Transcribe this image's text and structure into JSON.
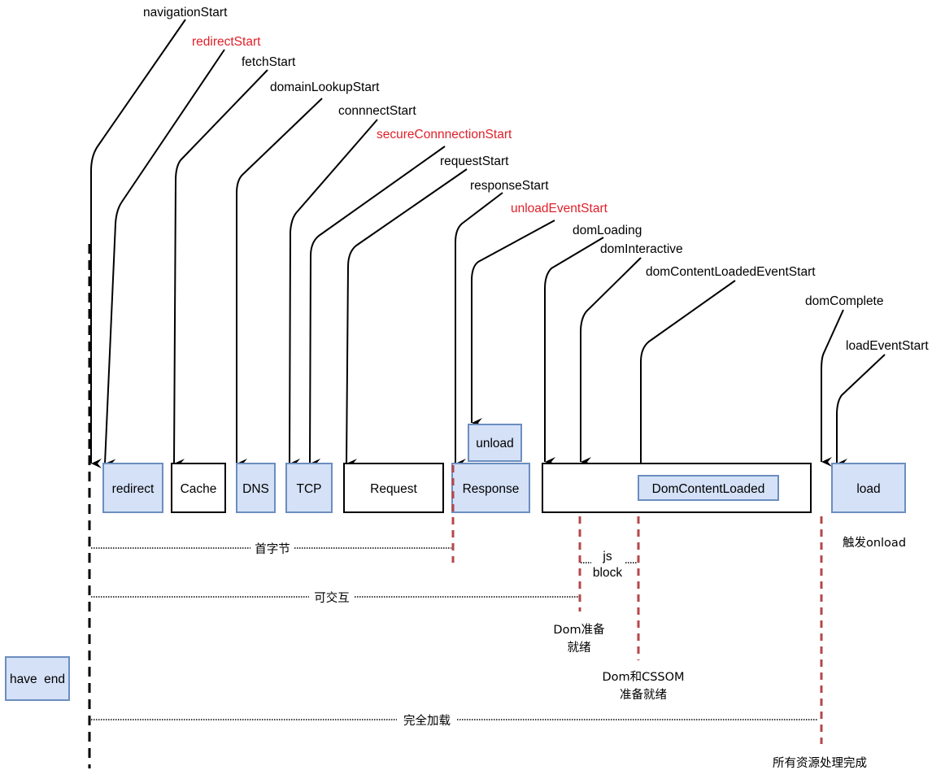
{
  "colors": {
    "highlight_text": "#e0202a",
    "box_fill_blue": "#d4e1f7",
    "box_stroke_blue": "#6c8ebf",
    "box_stroke_black": "#000000",
    "marker_red": "#b5474b"
  },
  "timing_events": [
    {
      "id": "navigationStart",
      "label": "navigationStart",
      "highlight": false
    },
    {
      "id": "redirectStart",
      "label": "redirectStart",
      "highlight": true
    },
    {
      "id": "fetchStart",
      "label": "fetchStart",
      "highlight": false
    },
    {
      "id": "domainLookupStart",
      "label": "domainLookupStart",
      "highlight": false
    },
    {
      "id": "connectStart",
      "label": "connnectStart",
      "highlight": false
    },
    {
      "id": "secureConnectionStart",
      "label": "secureConnnectionStart",
      "highlight": true
    },
    {
      "id": "requestStart",
      "label": "requestStart",
      "highlight": false
    },
    {
      "id": "responseStart",
      "label": "responseStart",
      "highlight": false
    },
    {
      "id": "unloadEventStart",
      "label": "unloadEventStart",
      "highlight": true
    },
    {
      "id": "domLoading",
      "label": "domLoading",
      "highlight": false
    },
    {
      "id": "domInteractive",
      "label": "domInteractive",
      "highlight": false
    },
    {
      "id": "domContentLoadedEventStart",
      "label": "domContentLoadedEventStart",
      "highlight": false
    },
    {
      "id": "domComplete",
      "label": "domComplete",
      "highlight": false
    },
    {
      "id": "loadEventStart",
      "label": "loadEventStart",
      "highlight": false
    }
  ],
  "phases": [
    {
      "id": "redirect",
      "label": "redirect",
      "style": "blue"
    },
    {
      "id": "cache",
      "label": "Cache",
      "style": "white"
    },
    {
      "id": "dns",
      "label": "DNS",
      "style": "blue"
    },
    {
      "id": "tcp",
      "label": "TCP",
      "style": "blue"
    },
    {
      "id": "request",
      "label": "Request",
      "style": "white"
    },
    {
      "id": "response",
      "label": "Response",
      "style": "blue"
    },
    {
      "id": "unload",
      "label": "unload",
      "style": "blue"
    },
    {
      "id": "dom",
      "label": "",
      "style": "white"
    },
    {
      "id": "domcontentloaded",
      "label": "DomContentLoaded",
      "style": "blue"
    },
    {
      "id": "load",
      "label": "load",
      "style": "blue"
    }
  ],
  "spans": [
    {
      "id": "first-byte",
      "label": "首字节"
    },
    {
      "id": "interactive",
      "label": "可交互"
    },
    {
      "id": "js-block",
      "label_line1": "js",
      "label_line2": "block"
    },
    {
      "id": "full-load",
      "label": "完全加载"
    }
  ],
  "annotations": {
    "trigger_onload": "触发onload",
    "dom_ready_line1": "Dom准备",
    "dom_ready_line2": "就绪",
    "dom_cssom_ready_line1": "Dom和CSSOM",
    "dom_cssom_ready_line2": "准备就绪",
    "all_resources_done": "所有资源处理完成"
  },
  "legend": {
    "have_end_label": "have  end"
  }
}
